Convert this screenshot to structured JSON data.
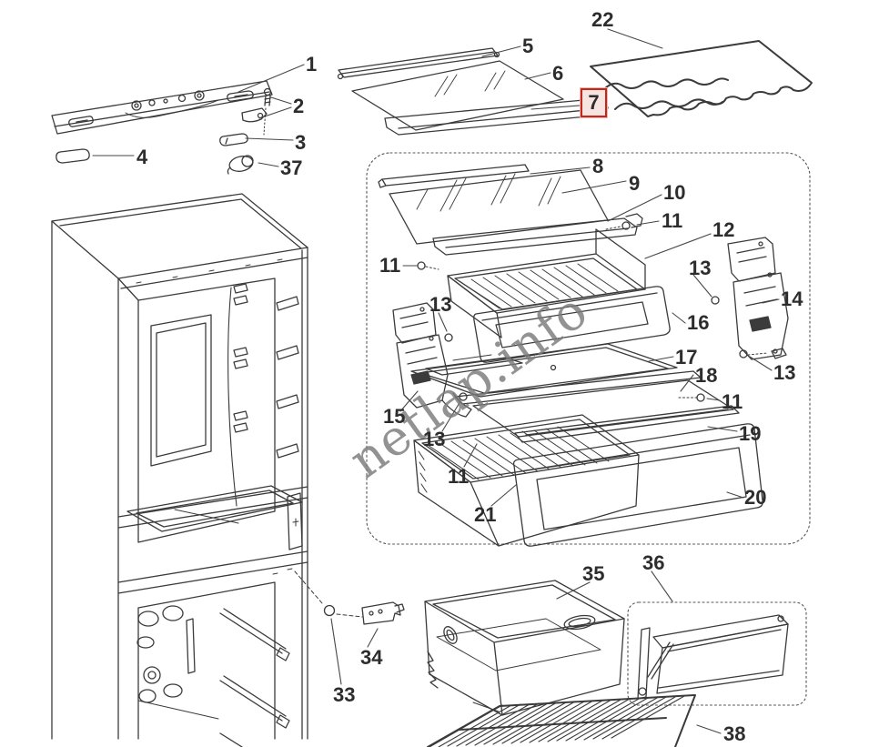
{
  "watermark": {
    "text": "netlap.info"
  },
  "highlight": {
    "part": "7",
    "border_color": "#c3261b",
    "fill_color": "#f7e4e1"
  },
  "theme": {
    "line_color": "#3b3b3b",
    "label_color": "#2d2d2d",
    "background": "#ffffff",
    "watermark_color": "#7b7b7b"
  },
  "labels": {
    "l1": {
      "text": "1"
    },
    "l2": {
      "text": "2"
    },
    "l3": {
      "text": "3"
    },
    "l4": {
      "text": "4"
    },
    "l5": {
      "text": "5"
    },
    "l6": {
      "text": "6"
    },
    "l7": {
      "text": "7"
    },
    "l8": {
      "text": "8"
    },
    "l9": {
      "text": "9"
    },
    "l10": {
      "text": "10"
    },
    "l11a": {
      "text": "11"
    },
    "l11b": {
      "text": "11"
    },
    "l11c": {
      "text": "11"
    },
    "l11d": {
      "text": "11"
    },
    "l12": {
      "text": "12"
    },
    "l13a": {
      "text": "13"
    },
    "l13b": {
      "text": "13"
    },
    "l13c": {
      "text": "13"
    },
    "l13d": {
      "text": "13"
    },
    "l14": {
      "text": "14"
    },
    "l15": {
      "text": "15"
    },
    "l16": {
      "text": "16"
    },
    "l17": {
      "text": "17"
    },
    "l18": {
      "text": "18"
    },
    "l19": {
      "text": "19"
    },
    "l20": {
      "text": "20"
    },
    "l21": {
      "text": "21"
    },
    "l22": {
      "text": "22"
    },
    "l33": {
      "text": "33"
    },
    "l34": {
      "text": "34"
    },
    "l35": {
      "text": "35"
    },
    "l36": {
      "text": "36"
    },
    "l37": {
      "text": "37"
    },
    "l38": {
      "text": "38"
    }
  }
}
